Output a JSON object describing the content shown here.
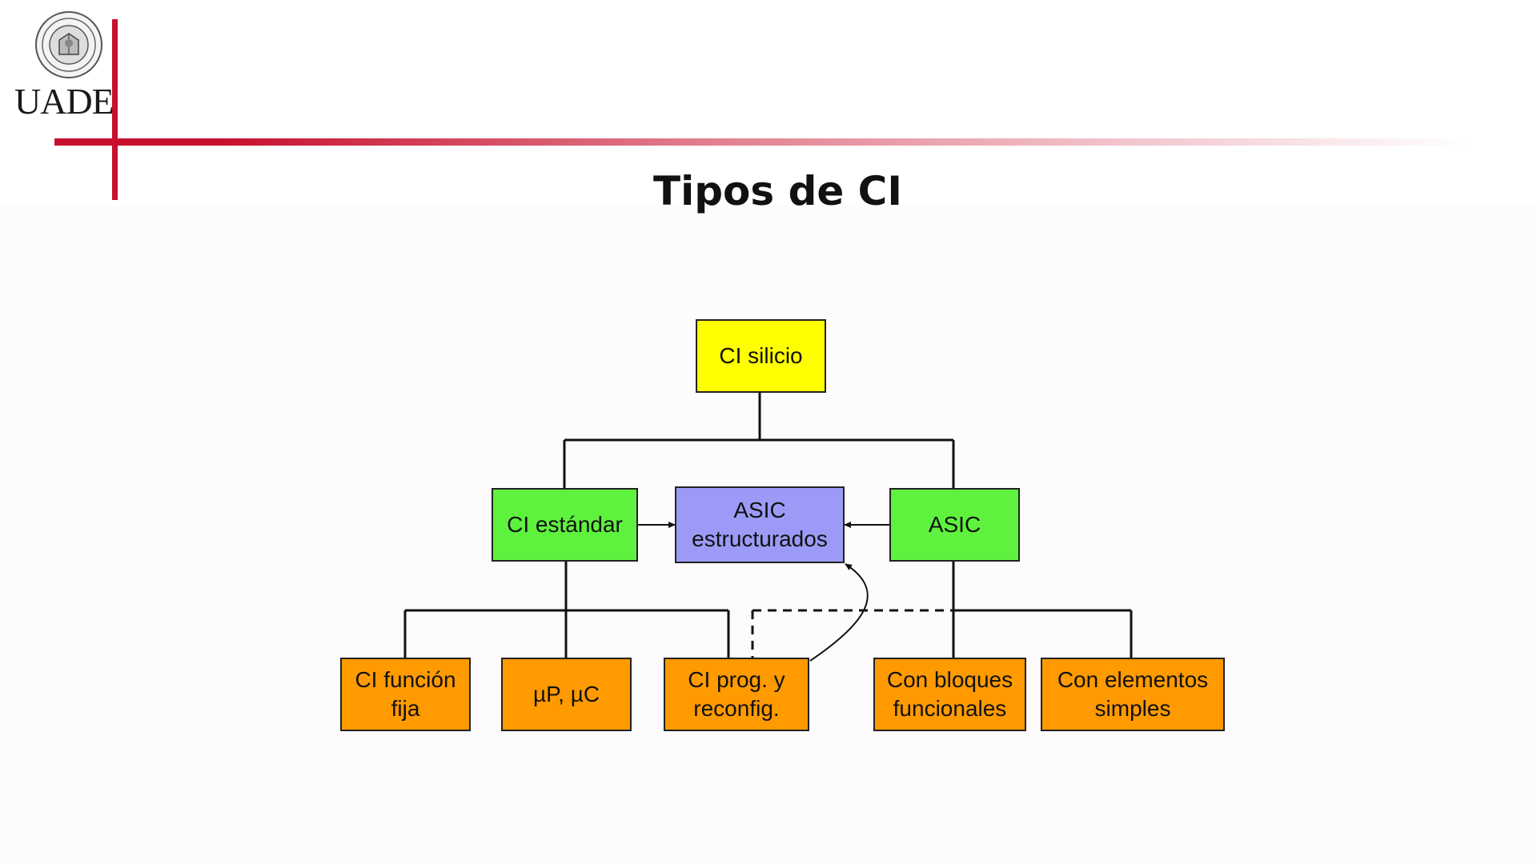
{
  "logo": {
    "text": "UADE"
  },
  "title": "Tipos de CI",
  "colors": {
    "accent": "#c8102e",
    "root": "#ffff00",
    "level1": "#5ef23e",
    "asic_structured": "#9b9bf7",
    "level2": "#ff9a00"
  },
  "diagram": {
    "root": "CI silicio",
    "standard": "CI estándar",
    "asic_structured": "ASIC\nestructurados",
    "asic": "ASIC",
    "fixed": "CI función\nfija",
    "micro": "µP, µC",
    "prog": "CI prog. y\nreconfig.",
    "blocks": "Con bloques\nfuncionales",
    "elements": "Con elementos\nsimples"
  }
}
